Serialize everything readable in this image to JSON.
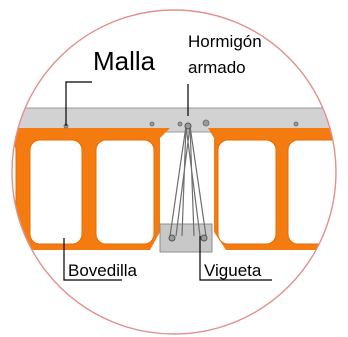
{
  "labels": {
    "malla": "Malla",
    "hormigon_line1": "Hormigón",
    "hormigon_line2": "armado",
    "bovedilla": "Bovedilla",
    "vigueta": "Vigueta"
  },
  "colors": {
    "circle_border": "#e0908f",
    "slab": "#d2d2d2",
    "bovedilla_orange": "#f47b0f",
    "void_fill": "#ffffff",
    "vigueta_fill": "#c8c8c8",
    "leader_line": "#000000"
  }
}
